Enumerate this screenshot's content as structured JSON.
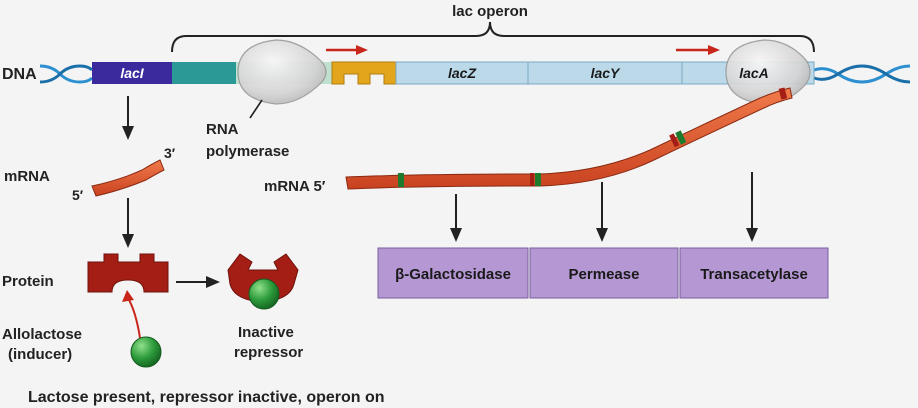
{
  "diagram": {
    "operon_label": "lac operon",
    "dna_label": "DNA",
    "genes": {
      "lacI": "lacI",
      "lacZ": "lacZ",
      "lacY": "lacY",
      "lacA": "lacA"
    },
    "rna_polymerase": [
      "RNA",
      "polymerase"
    ],
    "mrna_left": {
      "label": "mRNA",
      "end3": "3′",
      "end5": "5′"
    },
    "mrna_right_label": "mRNA 5′",
    "protein_label": "Protein",
    "inducer": [
      "Allolactose",
      "(inducer)"
    ],
    "inactive_repressor": [
      "Inactive",
      "repressor"
    ],
    "products": [
      "β-Galactosidase",
      "Permease",
      "Transacetylase"
    ],
    "caption": "Lactose present, repressor inactive, operon on",
    "colors": {
      "lacI": "#3b2a9e",
      "promoter": "#2b9a96",
      "operator": "#e2a51c",
      "structural_genes": "#bcd9ea",
      "mrna": "#e0552c",
      "repressor": "#a41e16",
      "inducer": "#2c9a3a",
      "product_box": "#b497d3",
      "arrow_red": "#c8261b",
      "helix": "#2d8fcf"
    }
  }
}
